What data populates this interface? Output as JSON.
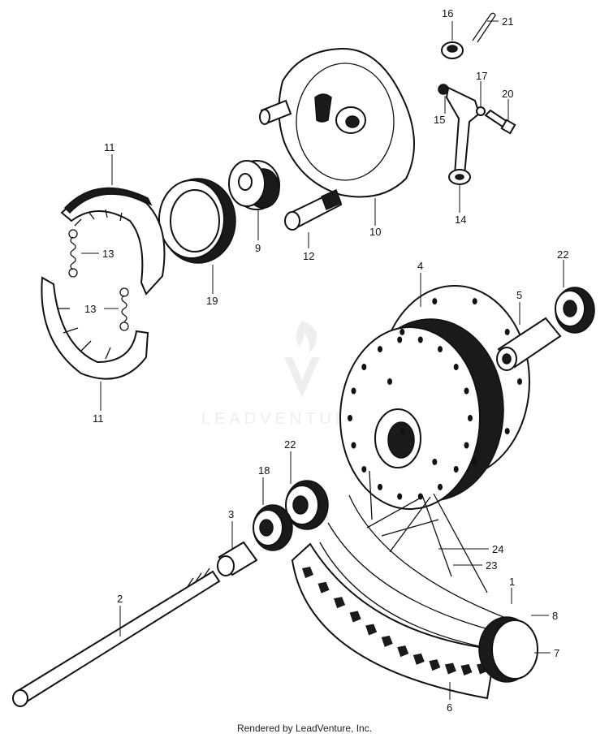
{
  "callouts": [
    {
      "id": "c16",
      "text": "16"
    },
    {
      "id": "c21",
      "text": "21"
    },
    {
      "id": "c17",
      "text": "17"
    },
    {
      "id": "c15",
      "text": "15"
    },
    {
      "id": "c20",
      "text": "20"
    },
    {
      "id": "c14",
      "text": "14"
    },
    {
      "id": "c11a",
      "text": "11"
    },
    {
      "id": "c13a",
      "text": "13"
    },
    {
      "id": "c13b",
      "text": "13"
    },
    {
      "id": "c11b",
      "text": "11"
    },
    {
      "id": "c19",
      "text": "19"
    },
    {
      "id": "c9",
      "text": "9"
    },
    {
      "id": "c12",
      "text": "12"
    },
    {
      "id": "c10",
      "text": "10"
    },
    {
      "id": "c4",
      "text": "4"
    },
    {
      "id": "c5",
      "text": "5"
    },
    {
      "id": "c22a",
      "text": "22"
    },
    {
      "id": "c22b",
      "text": "22"
    },
    {
      "id": "c18",
      "text": "18"
    },
    {
      "id": "c3",
      "text": "3"
    },
    {
      "id": "c24",
      "text": "24"
    },
    {
      "id": "c23",
      "text": "23"
    },
    {
      "id": "c1",
      "text": "1"
    },
    {
      "id": "c8",
      "text": "8"
    },
    {
      "id": "c7",
      "text": "7"
    },
    {
      "id": "c2",
      "text": "2"
    },
    {
      "id": "c6",
      "text": "6"
    }
  ],
  "watermark": {
    "text": "LEADVENTURE"
  },
  "footer": {
    "text": "Rendered by LeadVenture, Inc."
  }
}
